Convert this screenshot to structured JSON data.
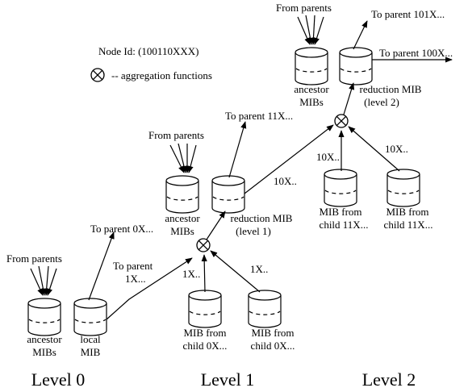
{
  "legend": {
    "node_id": "Node Id:  (100110XXX)",
    "aggregation": "-- aggregation functions"
  },
  "levels": [
    "Level 0",
    "Level 1",
    "Level 2"
  ],
  "level0": {
    "from_parents": "From parents",
    "ancestor_label": [
      "ancestor",
      "MIBs"
    ],
    "local_label": [
      "local",
      "MIB"
    ],
    "to_parent_0x": "To parent 0X...",
    "to_parent_1x": [
      "To parent",
      "1X..."
    ]
  },
  "level1": {
    "from_parents": "From parents",
    "ancestor_label": [
      "ancestor",
      "MIBs"
    ],
    "reduction_label": [
      "reduction MIB",
      "(level 1)"
    ],
    "to_parent_11x": "To parent 11X...",
    "edge_10x": "10X..",
    "child_label": [
      "MIB from",
      "child 0X..."
    ],
    "edge_1x": "1X.."
  },
  "level2": {
    "from_parents": "From parents",
    "to_parent_101x": "To parent 101X...",
    "to_parent_100x": "To parent 100X...",
    "ancestor_label": [
      "ancestor",
      "MIBs"
    ],
    "reduction_label": [
      "reduction MIB",
      "(level 2)"
    ],
    "edge_10x": "10X..",
    "child_label": [
      "MIB from",
      "child 11X..."
    ]
  }
}
